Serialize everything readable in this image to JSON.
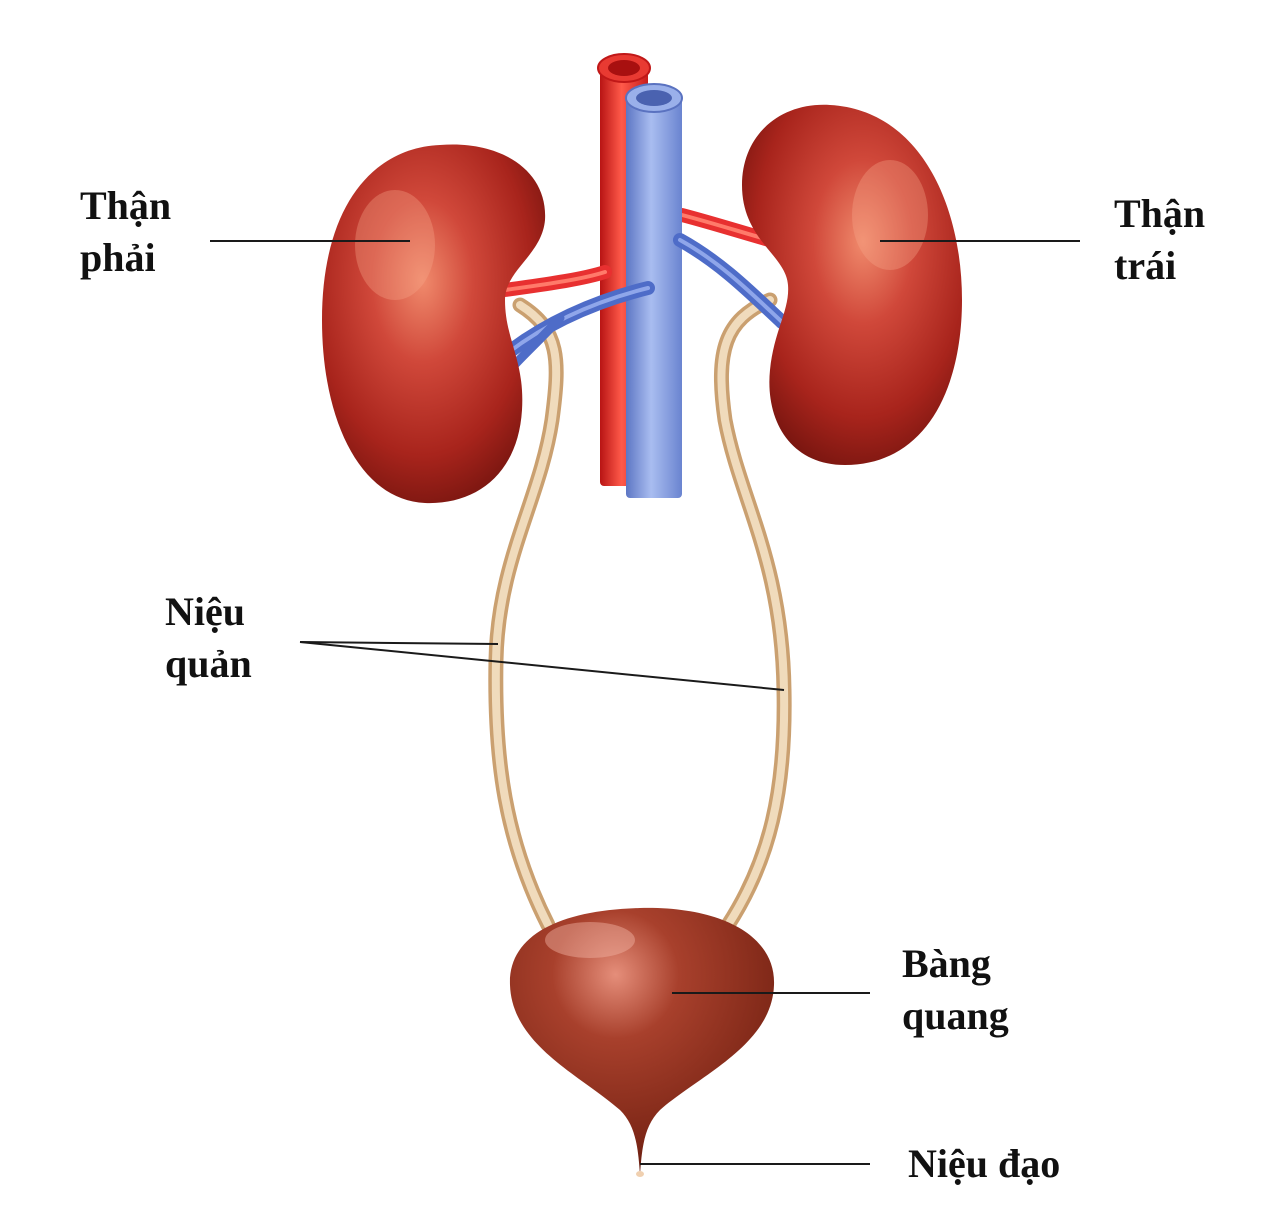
{
  "labels": {
    "right_kidney": [
      "Thận",
      "phải"
    ],
    "left_kidney": [
      "Thận",
      "trái"
    ],
    "ureter": [
      "Niệu",
      "quản"
    ],
    "bladder": [
      "Bàng",
      "quang"
    ],
    "urethra": "Niệu đạo"
  },
  "colors": {
    "kidney": "#b52a22",
    "kidney_highlight": "#e8735a",
    "artery": "#e02a2a",
    "vein": "#7f9be0",
    "ureter": "#e6c8a0",
    "bladder": "#8e2b1c",
    "leader_line": "#1a1a1a"
  }
}
